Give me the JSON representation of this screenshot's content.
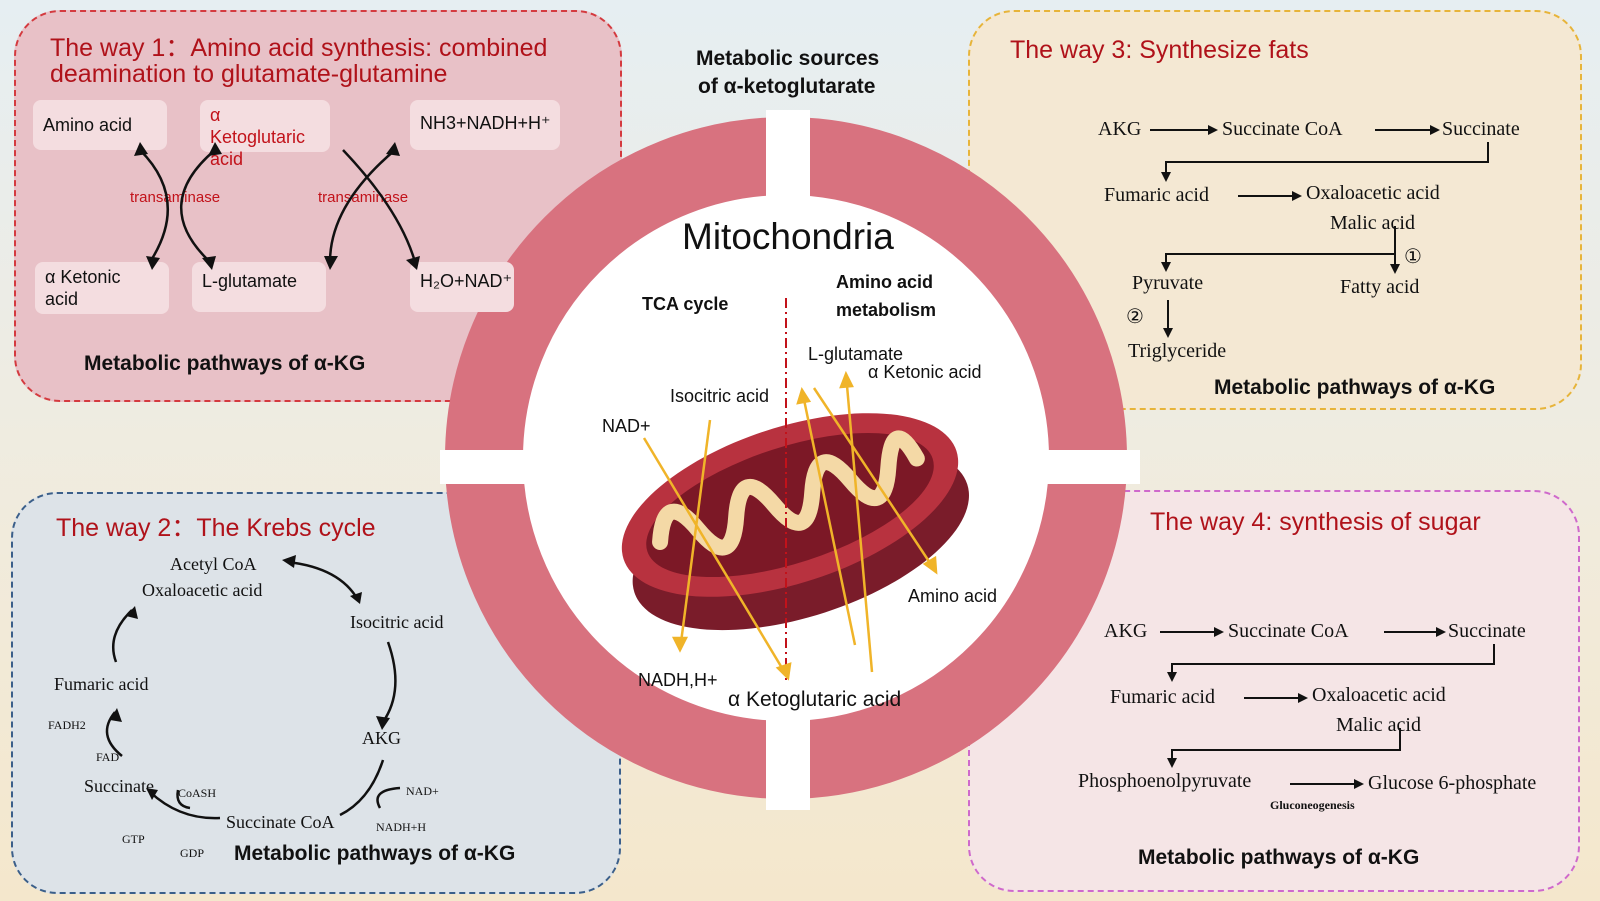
{
  "center": {
    "heading_line1": "Metabolic sources",
    "heading_line2": "of α-ketoglutarate",
    "title": "Mitochondria",
    "tca_label": "TCA cycle",
    "aa_label_1": "Amino acid",
    "aa_label_2": "metabolism",
    "labels": {
      "l_glutamate": "L-glutamate",
      "a_ketonic": "α Ketonic acid",
      "isocitric": "Isocitric acid",
      "nad": "NAD+",
      "amino_acid": "Amino acid",
      "nadh": "NADH,H+",
      "akg": "α Ketoglutaric acid"
    }
  },
  "way1": {
    "title_line1": "The way 1：Amino acid synthesis: combined",
    "title_line2": "deamination to glutamate-glutamine",
    "amino_acid": "Amino acid",
    "akg_line1": "α Ketoglutaric",
    "akg_line2": "acid",
    "nh3": "NH3+NADH+H⁺",
    "ketonic_line1": "α Ketonic",
    "ketonic_line2": "acid",
    "l_glutamate": "L-glutamate",
    "h2o": "H₂O+NAD⁺",
    "enzyme1": "transaminase",
    "enzyme2": "transaminase",
    "footer": "Metabolic pathways of α-KG"
  },
  "way2": {
    "title": "The way 2：The Krebs cycle",
    "acetyl": "Acetyl CoA",
    "oxaloacetic": "Oxaloacetic acid",
    "isocitric": "Isocitric acid",
    "fumaric": "Fumaric acid",
    "fadh2": "FADH2",
    "fad": "FAD",
    "akg": "AKG",
    "succinate": "Succinate",
    "coash": "CoASH",
    "nad": "NAD+",
    "succinyl": "Succinate CoA",
    "nadh": "NADH+H",
    "gtp": "GTP",
    "gdp": "GDP",
    "footer": "Metabolic pathways of α-KG"
  },
  "way3": {
    "title": "The way 3: Synthesize fats",
    "akg": "AKG",
    "succinyl": "Succinate CoA",
    "succinate": "Succinate",
    "fumaric": "Fumaric acid",
    "oxaloacetic": "Oxaloacetic acid",
    "malic": "Malic acid",
    "circle1": "①",
    "pyruvate": "Pyruvate",
    "fatty": "Fatty  acid",
    "circle2": "②",
    "triglyceride": "Triglyceride",
    "footer": "Metabolic pathways of α-KG"
  },
  "way4": {
    "title": "The way 4: synthesis of sugar",
    "akg": "AKG",
    "succinyl": "Succinate CoA",
    "succinate": "Succinate",
    "fumaric": "Fumaric acid",
    "oxaloacetic": "Oxaloacetic acid",
    "malic": "Malic acid",
    "pep": "Phosphoenolpyruvate",
    "g6p": "Glucose 6-phosphate",
    "gluconeogenesis": "Gluconeogenesis",
    "footer": "Metabolic pathways of α-KG"
  },
  "colors": {
    "ring": "#d8727f",
    "arrow": "#f0b429",
    "title_red": "#b0121a",
    "blue_label": "#1f5f9a"
  }
}
